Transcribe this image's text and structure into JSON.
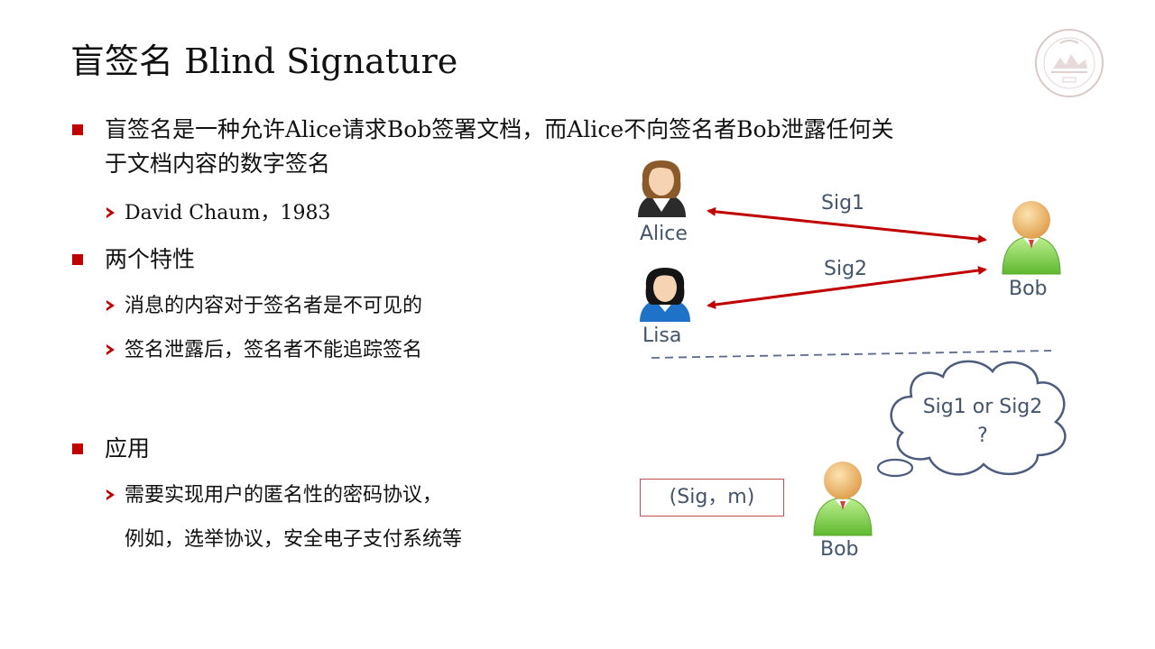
{
  "title": "盲签名 Blind Signature",
  "bullets": [
    {
      "text_line1": "盲签名是一种允许Alice请求Bob签署文档，而Alice不向签名者Bob泄露任何关",
      "text_line2": "于文档内容的数字签名",
      "sub": [
        "David Chaum，1983"
      ]
    },
    {
      "text": "两个特性",
      "sub": [
        "消息的内容对于签名者是不可见的",
        "签名泄露后，签名者不能追踪签名"
      ]
    },
    {
      "text": "应用",
      "sub": [
        "需要实现用户的匿名性的密码协议，"
      ],
      "continuation": "例如，选举协议，安全电子支付系统等"
    }
  ],
  "diagram": {
    "alice_label": "Alice",
    "lisa_label": "Lisa",
    "bob_top_label": "Bob",
    "bob_bottom_label": "Bob",
    "sig1_label": "Sig1",
    "sig2_label": "Sig2",
    "sig_m_box": "(Sig，m)",
    "thought_line1": "Sig1 or Sig2",
    "thought_line2": "?"
  },
  "colors": {
    "accent_red": "#c00000",
    "arrow_red": "#c00000",
    "label_gray_blue": "#44546a",
    "box_border": "#c0504d"
  },
  "icons": {
    "logo": "university-seal-logo",
    "alice": "female-user-icon",
    "lisa": "female-user-icon",
    "bob": "male-user-icon",
    "cloud": "thought-cloud-icon"
  }
}
